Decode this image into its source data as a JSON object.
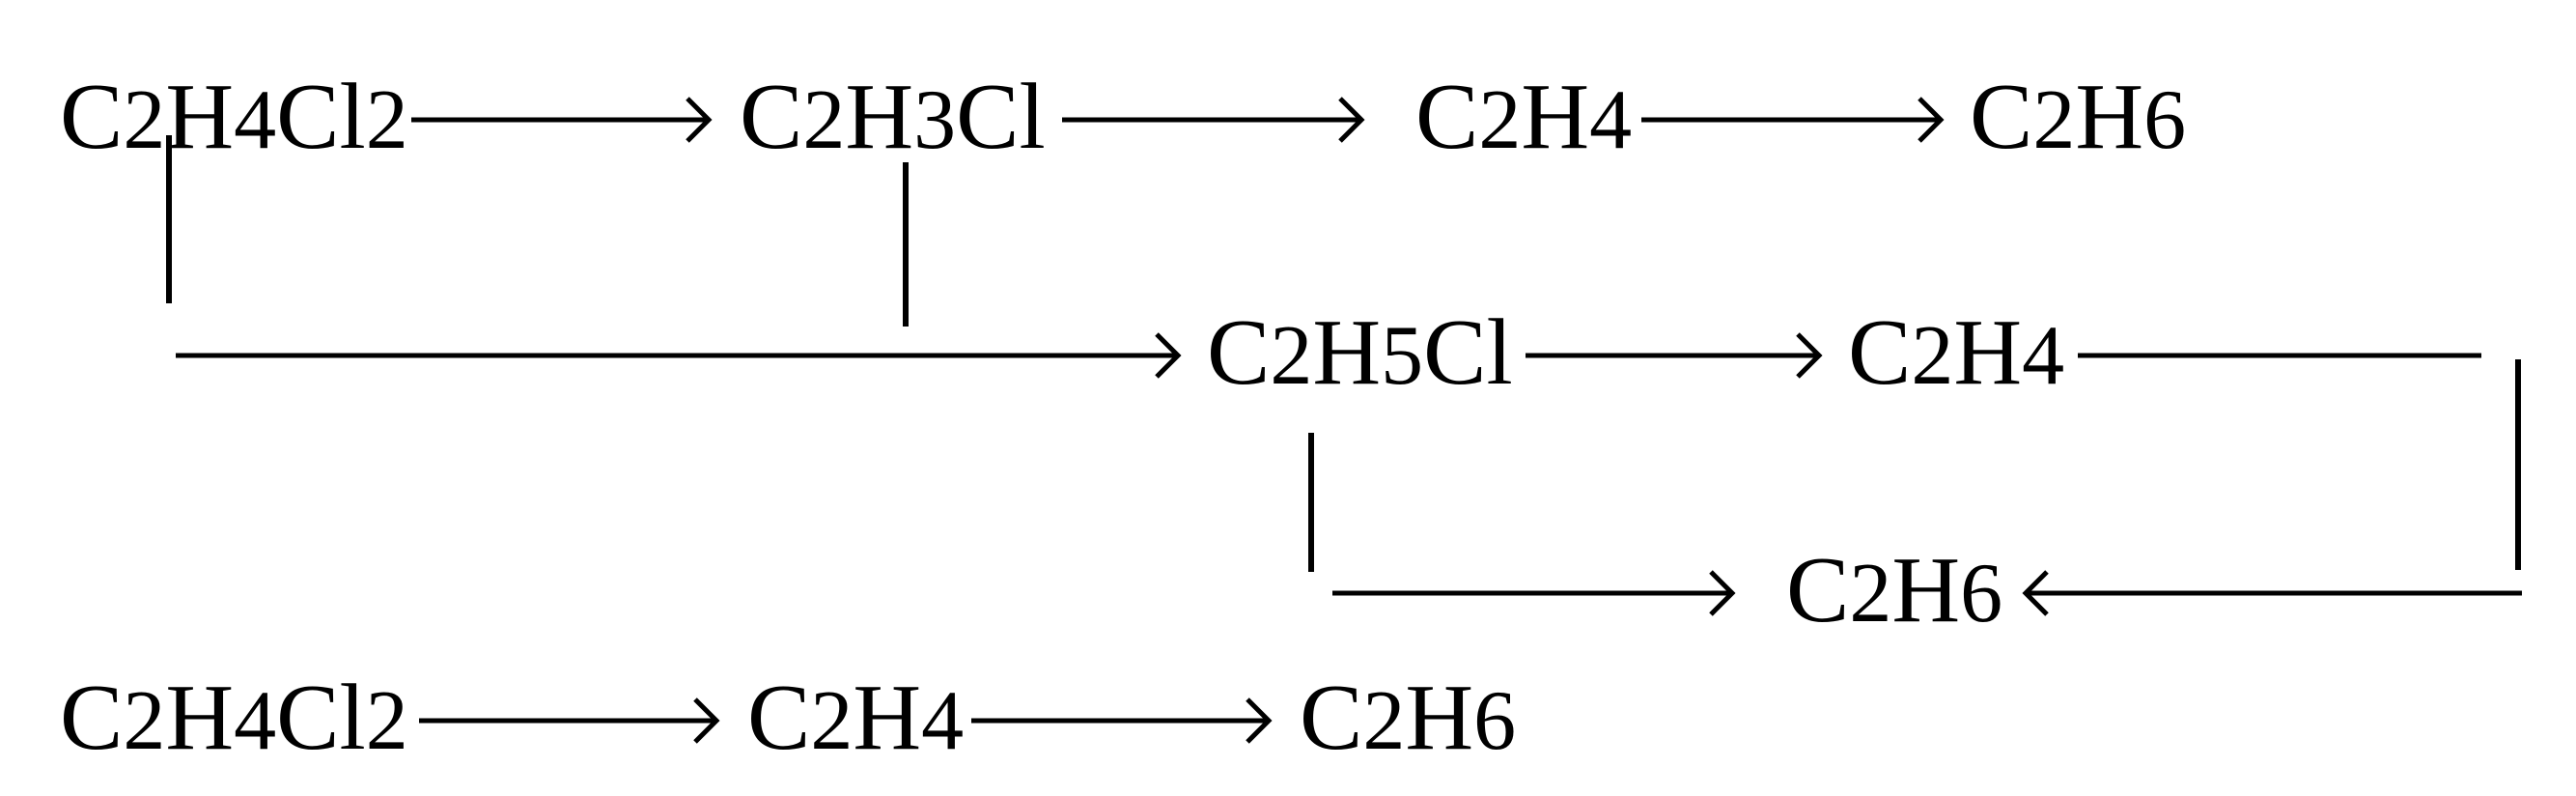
{
  "colors": {
    "ink": "#000000",
    "background": "#ffffff"
  },
  "compounds": {
    "c2h4cl2_top": [
      "C",
      "2",
      "H",
      "4",
      "Cl",
      "2"
    ],
    "c2h3cl": [
      "C",
      "2",
      "H",
      "3",
      "Cl"
    ],
    "c2h4_top": [
      "C",
      "2",
      "H",
      "4"
    ],
    "c2h6_top": [
      "C",
      "2",
      "H",
      "6"
    ],
    "c2h5cl": [
      "C",
      "2",
      "H",
      "5",
      "Cl"
    ],
    "c2h4_mid": [
      "C",
      "2",
      "H",
      "4"
    ],
    "c2h6_mid": [
      "C",
      "2",
      "H",
      "6"
    ],
    "c2h4cl2_bottom": [
      "C",
      "2",
      "H",
      "4",
      "Cl",
      "2"
    ],
    "c2h4_bottom": [
      "C",
      "2",
      "H",
      "4"
    ],
    "c2h6_bottom": [
      "C",
      "2",
      "H",
      "6"
    ]
  }
}
